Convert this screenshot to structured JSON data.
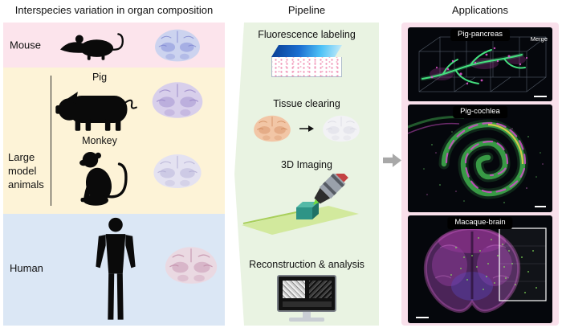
{
  "colors": {
    "mouse_row_bg": "#fce4ec",
    "large_model_row_bg": "#fdf3d7",
    "human_row_bg": "#dbe7f5",
    "pipeline_bg": "#e9f3e2",
    "applications_bg": "#f9e0eb",
    "image_label_bg": "#000000"
  },
  "left_panel": {
    "title": "Interspecies variation in organ composition",
    "rows": {
      "mouse": {
        "label": "Mouse"
      },
      "large": {
        "label": "Large model animals",
        "pig_label": "Pig",
        "monkey_label": "Monkey"
      },
      "human": {
        "label": "Human"
      }
    }
  },
  "pipeline": {
    "title": "Pipeline",
    "steps": {
      "s1": "Fluorescence labeling",
      "s2": "Tissue clearing",
      "s3": "3D Imaging",
      "s4": "Reconstruction & analysis"
    }
  },
  "applications": {
    "title": "Applications",
    "items": {
      "pancreas": {
        "label": "Pig-pancreas",
        "overlay": "Merge"
      },
      "cochlea": {
        "label": "Pig-cochlea"
      },
      "brain": {
        "label": "Macaque-brain"
      }
    }
  }
}
